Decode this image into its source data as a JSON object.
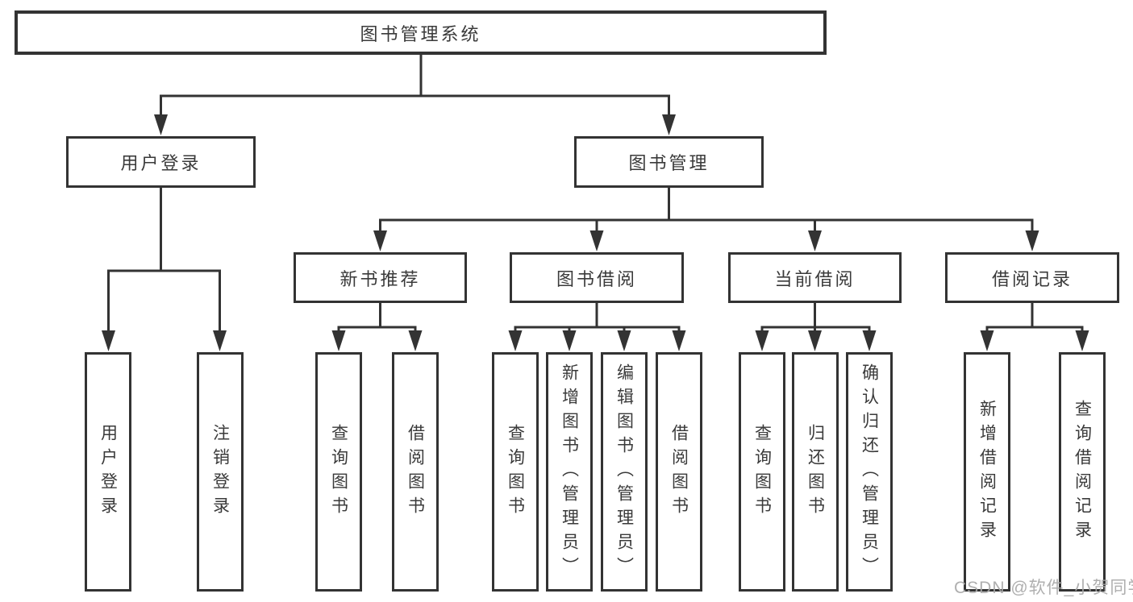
{
  "diagram": {
    "root": {
      "label": "图书管理系统"
    },
    "branches": [
      {
        "label": "用户登录",
        "children": [
          "用户登录",
          "注销登录"
        ]
      },
      {
        "label": "图书管理",
        "groups": [
          {
            "label": "新书推荐",
            "children": [
              "查询图书",
              "借阅图书"
            ]
          },
          {
            "label": "图书借阅",
            "children": [
              "查询图书",
              "新增图书（管理员）",
              "编辑图书（管理员）",
              "借阅图书"
            ]
          },
          {
            "label": "当前借阅",
            "children": [
              "查询图书",
              "归还图书",
              "确认归还（管理员）"
            ]
          },
          {
            "label": "借阅记录",
            "children": [
              "新增借阅记录",
              "查询借阅记录"
            ]
          }
        ]
      }
    ],
    "watermark": "CSDN @软件_小贺同学",
    "colors": {
      "line": "#333333",
      "text": "#3a3a3a",
      "background": "#ffffff",
      "watermark": "#a8a8a8"
    }
  }
}
